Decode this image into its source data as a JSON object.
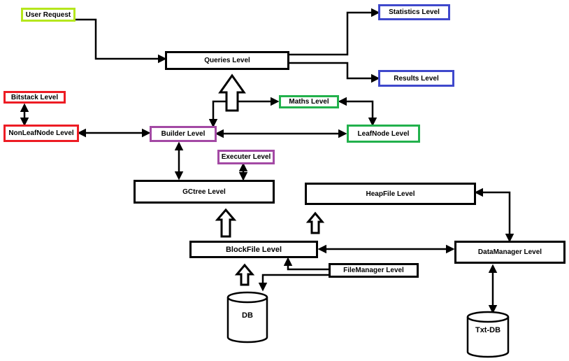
{
  "colors": {
    "lime": "#b5e61d",
    "blue": "#3f48cc",
    "red": "#ed1c24",
    "purple": "#a349a4",
    "green": "#22b14c",
    "black": "#000000"
  },
  "nodes": {
    "user_request": {
      "label": "User Request",
      "color": "lime"
    },
    "statistics_level": {
      "label": "Statistics Level",
      "color": "blue"
    },
    "queries_level": {
      "label": "Queries Level",
      "color": "black"
    },
    "results_level": {
      "label": "Results Level",
      "color": "blue"
    },
    "bitstack_level": {
      "label": "Bitstack Level",
      "color": "red"
    },
    "maths_level": {
      "label": "Maths Level",
      "color": "green"
    },
    "nonleafnode_level": {
      "label": "NonLeafNode Level",
      "color": "red"
    },
    "builder_level": {
      "label": "Builder Level",
      "color": "purple"
    },
    "leafnode_level": {
      "label": "LeafNode Level",
      "color": "green"
    },
    "executer_level": {
      "label": "Executer Level",
      "color": "purple"
    },
    "gctree_level": {
      "label": "GCtree Level",
      "color": "black"
    },
    "heapfile_level": {
      "label": "HeapFile Level",
      "color": "black"
    },
    "blockfile_level": {
      "label": "BlockFile Level",
      "color": "black"
    },
    "datamanager_level": {
      "label": "DataManager Level",
      "color": "black"
    },
    "filemanager_level": {
      "label": "FileManager Level",
      "color": "black"
    },
    "db": {
      "label": "DB"
    },
    "txt_db": {
      "label": "Txt-DB"
    }
  }
}
